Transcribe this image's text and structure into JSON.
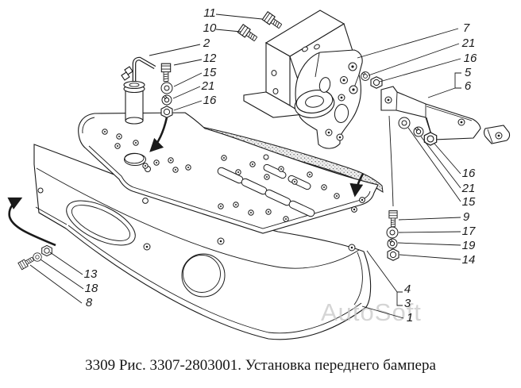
{
  "figure": {
    "caption": "3309 Рис. 3307-2803001. Установка переднего бампера",
    "watermark": "AutoSoft"
  },
  "callouts": [
    "11",
    "10",
    "2",
    "12",
    "15",
    "21",
    "16",
    "7",
    "21",
    "16",
    "5",
    "6",
    "16",
    "21",
    "15",
    "9",
    "17",
    "19",
    "14",
    "13",
    "18",
    "8",
    "4",
    "3",
    "1"
  ],
  "colors": {
    "ink": "#1a1a1a",
    "watermark": "#c7c7c7",
    "stipple": "#e9e9e9",
    "paper": "#ffffff"
  }
}
